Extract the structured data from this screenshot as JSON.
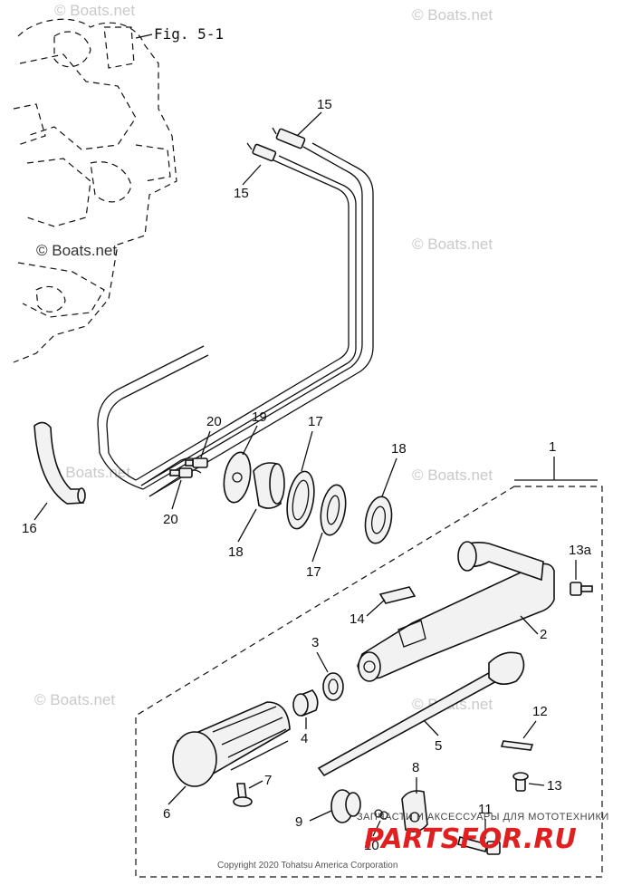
{
  "figure_ref": "Fig. 5-1",
  "watermarks": [
    "© Boats.net",
    "© Boats.net",
    "© Boats.net",
    "© Boats.net",
    "© Boats.net",
    "© Boats.net",
    "© Boats.net",
    "© Boats.net"
  ],
  "callouts": {
    "c1": "1",
    "c2": "2",
    "c3": "3",
    "c4": "4",
    "c5": "5",
    "c6": "6",
    "c7": "7",
    "c8": "8",
    "c9": "9",
    "c10": "10",
    "c11": "11",
    "c12": "12",
    "c13": "13",
    "c13a": "13a",
    "c14": "14",
    "c15a": "15",
    "c15b": "15",
    "c16": "16",
    "c17a": "17",
    "c17b": "17",
    "c18a": "18",
    "c18b": "18",
    "c19": "19",
    "c20a": "20",
    "c20b": "20"
  },
  "copyright": "Copyright 2020 Tohatsu America Corporation",
  "store_banner": {
    "tagline": "ЗАПЧАСТИ И АКСЕССУАРЫ ДЛЯ МОТОТЕХНИКИ",
    "logo": "PARTSFOR.RU"
  }
}
